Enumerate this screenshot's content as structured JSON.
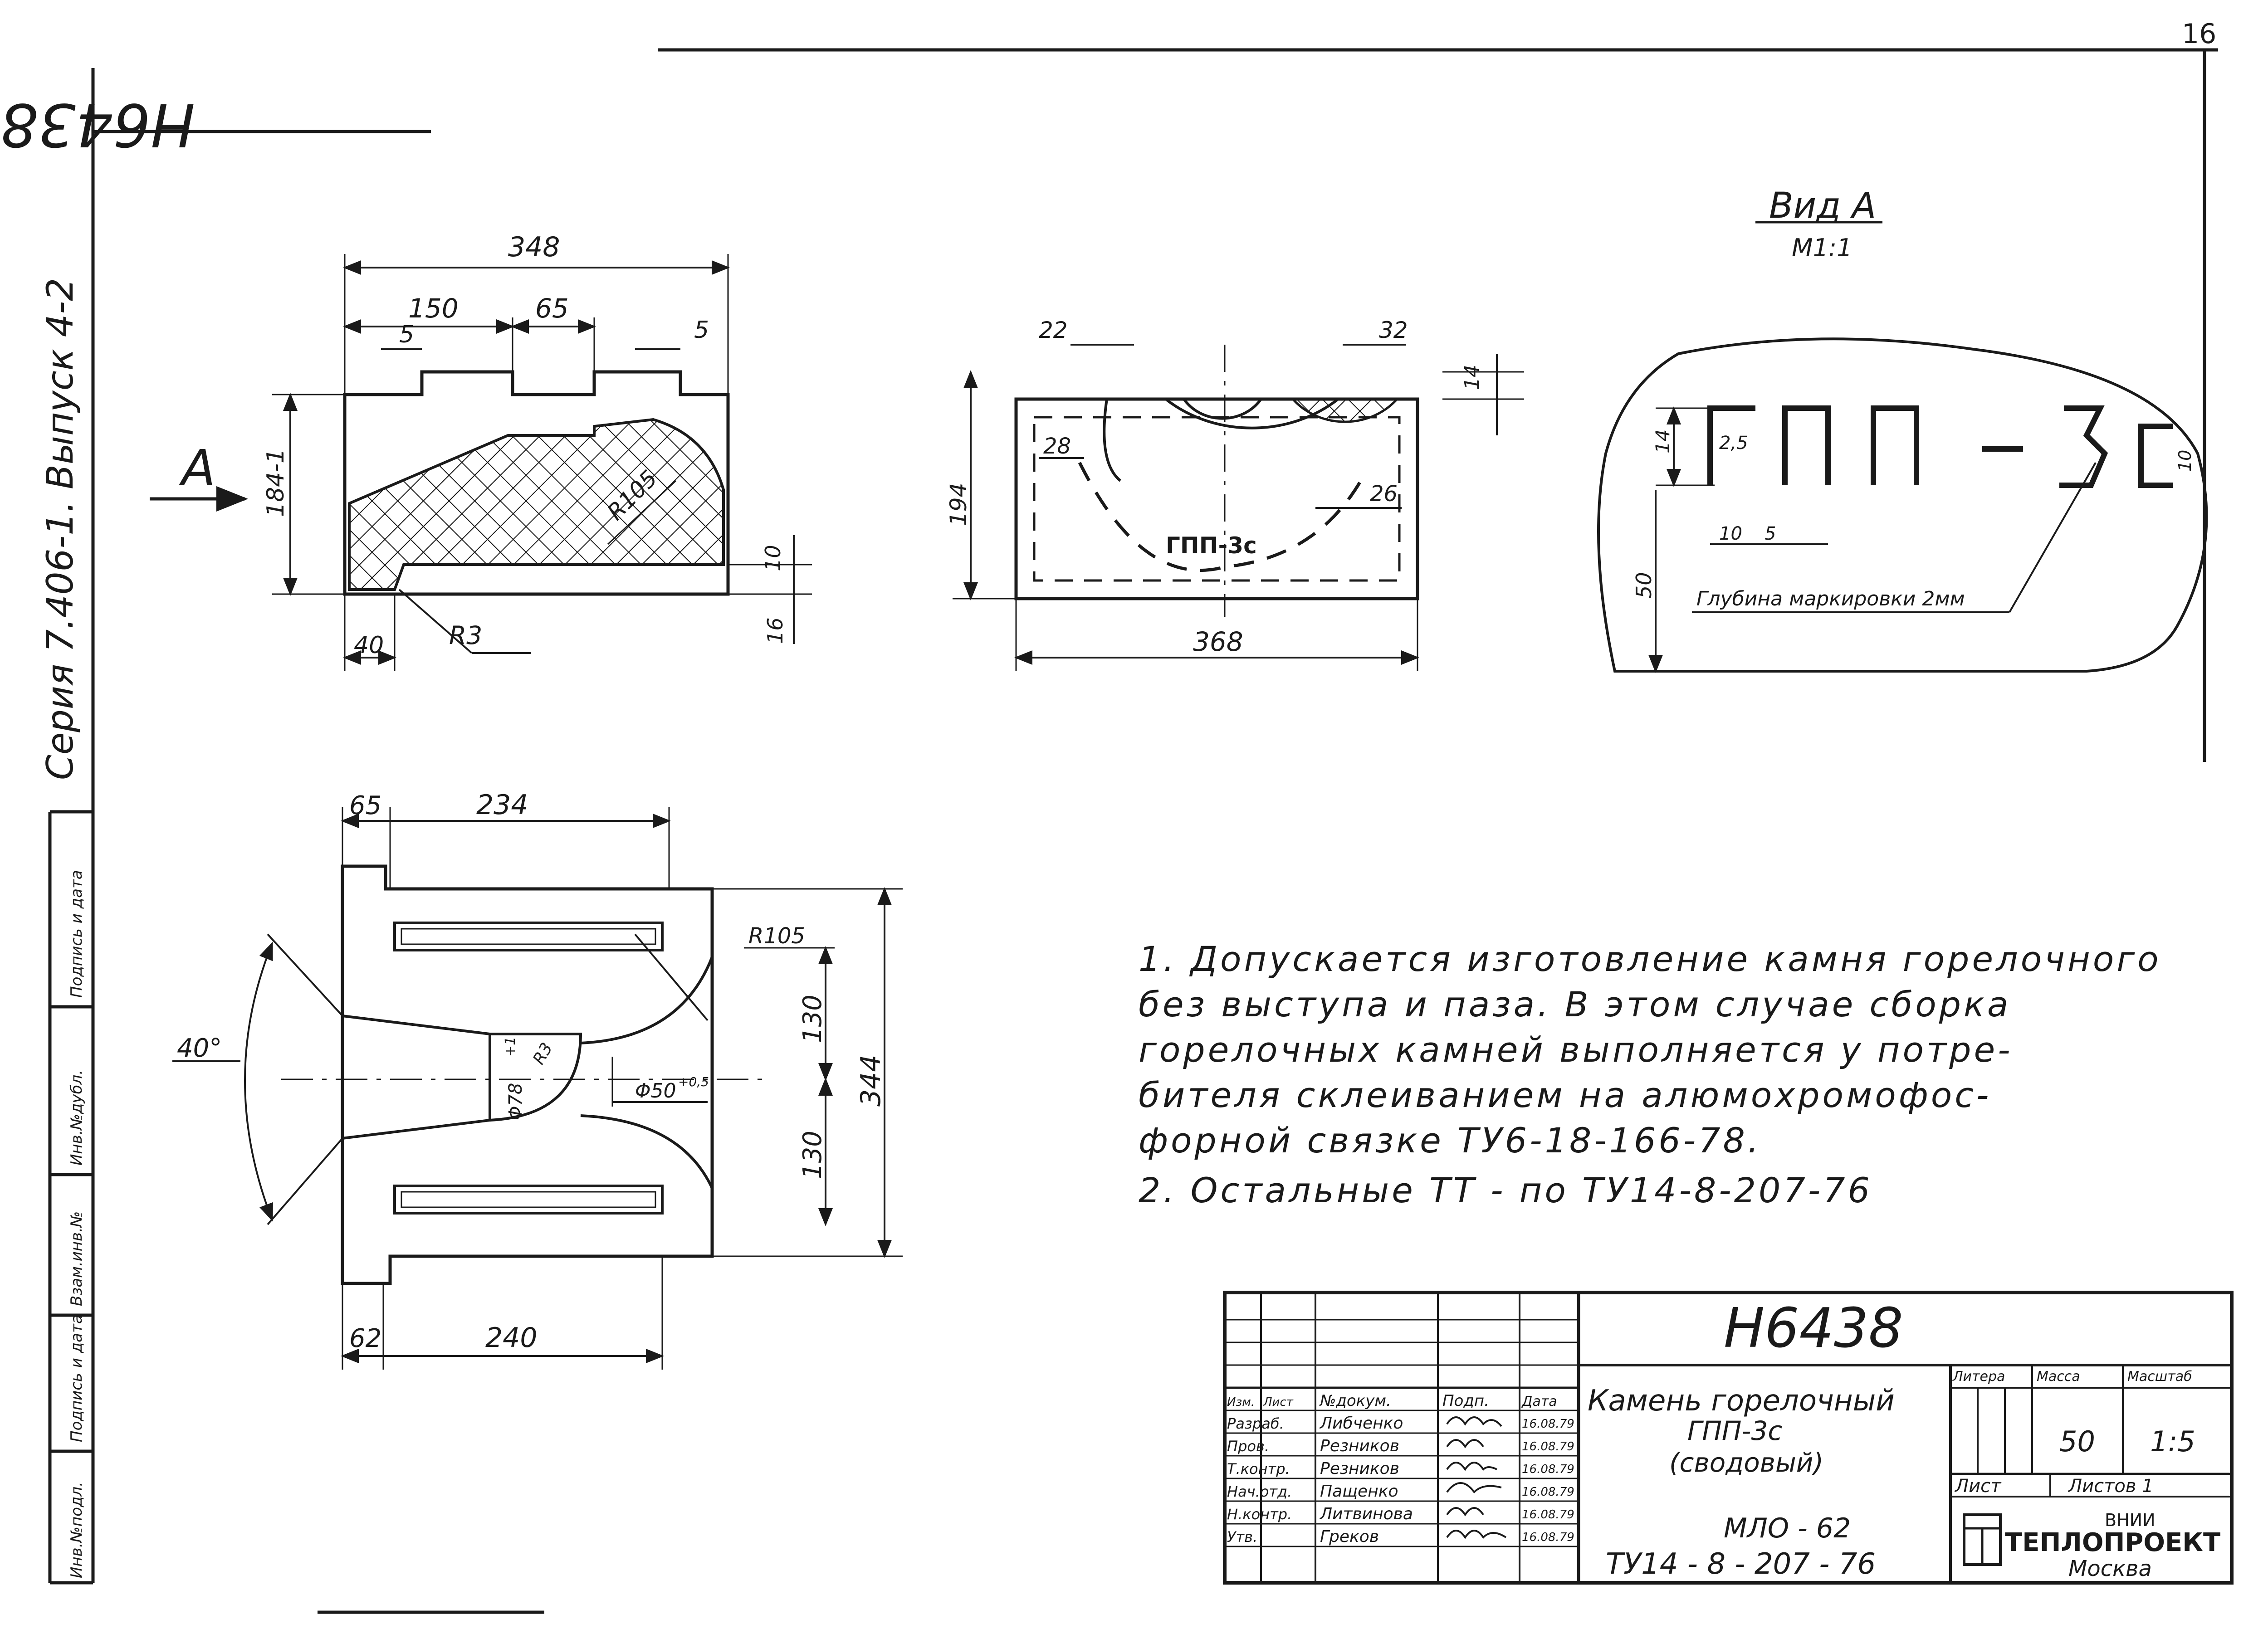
{
  "sheet": {
    "page_number": "16",
    "drawing_number_stamp": "Н6438",
    "margin_series": "Серия 7.406-1. Выпуск 4-2",
    "margin_stamp_fields": [
      "Инв.№подл.",
      "Подпись и дата",
      "Взам.инв.№",
      "Инв.№дубл.",
      "Подпись и дата"
    ]
  },
  "view_top": {
    "section_marker": "A",
    "dims": {
      "width_total": "348",
      "left_part": "150",
      "slot": "65",
      "step_left": "5",
      "step_right": "5",
      "height": "184-1",
      "radius": "R105",
      "radius_small": "R3",
      "offset_bottom": "40",
      "thickness_a": "10",
      "thickness_b": "16"
    }
  },
  "view_front": {
    "marking": "ГПП-3с",
    "dims": {
      "top_left": "22",
      "top_right": "32",
      "step": "14",
      "inner_left": "28",
      "inner_right": "26",
      "height": "194",
      "width": "368"
    }
  },
  "view_a": {
    "title": "Вид А",
    "scale": "М1:1",
    "marking": "ГПП-3с",
    "dims": {
      "line_height": "14",
      "stroke": "2,5",
      "gap_a": "10",
      "gap_b": "5",
      "letter_h": "10",
      "total_h": "50"
    },
    "depth_note": "Глубина маркировки 2мм"
  },
  "view_plan": {
    "dims": {
      "top_left": "65",
      "top_main": "234",
      "bottom_left": "62",
      "bottom_main": "240",
      "angle": "40°",
      "radius": "R105",
      "upper_half": "130",
      "lower_half": "130",
      "total": "344",
      "bore": "Φ78",
      "bore_tol": "+1",
      "radius_small": "R3",
      "hole": "Φ50",
      "hole_tol": "+0,5"
    }
  },
  "notes": [
    "1. Допускается изготовление камня горелочного",
    "без выступа и паза. В этом случае сборка",
    "горелочных камней выполняется у потре-",
    "бителя склеиванием на алюмохромофос-",
    "форной связке ТУ6-18-166-78.",
    "2. Остальные ТТ - по ТУ14-8-207-76"
  ],
  "title_block": {
    "designation": "Н6438",
    "name_line1": "Камень горелочный",
    "name_line2": "ГПП-3с",
    "name_line3": "(сводовый)",
    "material_line1": "МЛО - 62",
    "material_line2": "ТУ14 - 8 - 207 - 76",
    "header_labels": [
      "Изм.",
      "Лист",
      "№докум.",
      "Подп.",
      "Дата"
    ],
    "roles": [
      "Разраб.",
      "Пров.",
      "Т.контр.",
      "Нач.отд.",
      "Н.контр.",
      "Утв."
    ],
    "names": [
      "Либченко",
      "Резников",
      "Резников",
      "Пащенко",
      "Литвинова",
      "Греков"
    ],
    "dates": [
      "16.08.79",
      "16.08.79",
      "16.08.79",
      "16.08.79",
      "16.08.79",
      "16.08.79"
    ],
    "col_litera": "Литера",
    "col_mass": "Масса",
    "col_scale": "Масштаб",
    "mass": "50",
    "scale": "1:5",
    "sheet_label": "Лист",
    "sheets_label": "Листов 1",
    "org_top": "ВНИИ",
    "org_main": "ТЕПЛОПРОЕКТ",
    "org_city": "Москва"
  }
}
